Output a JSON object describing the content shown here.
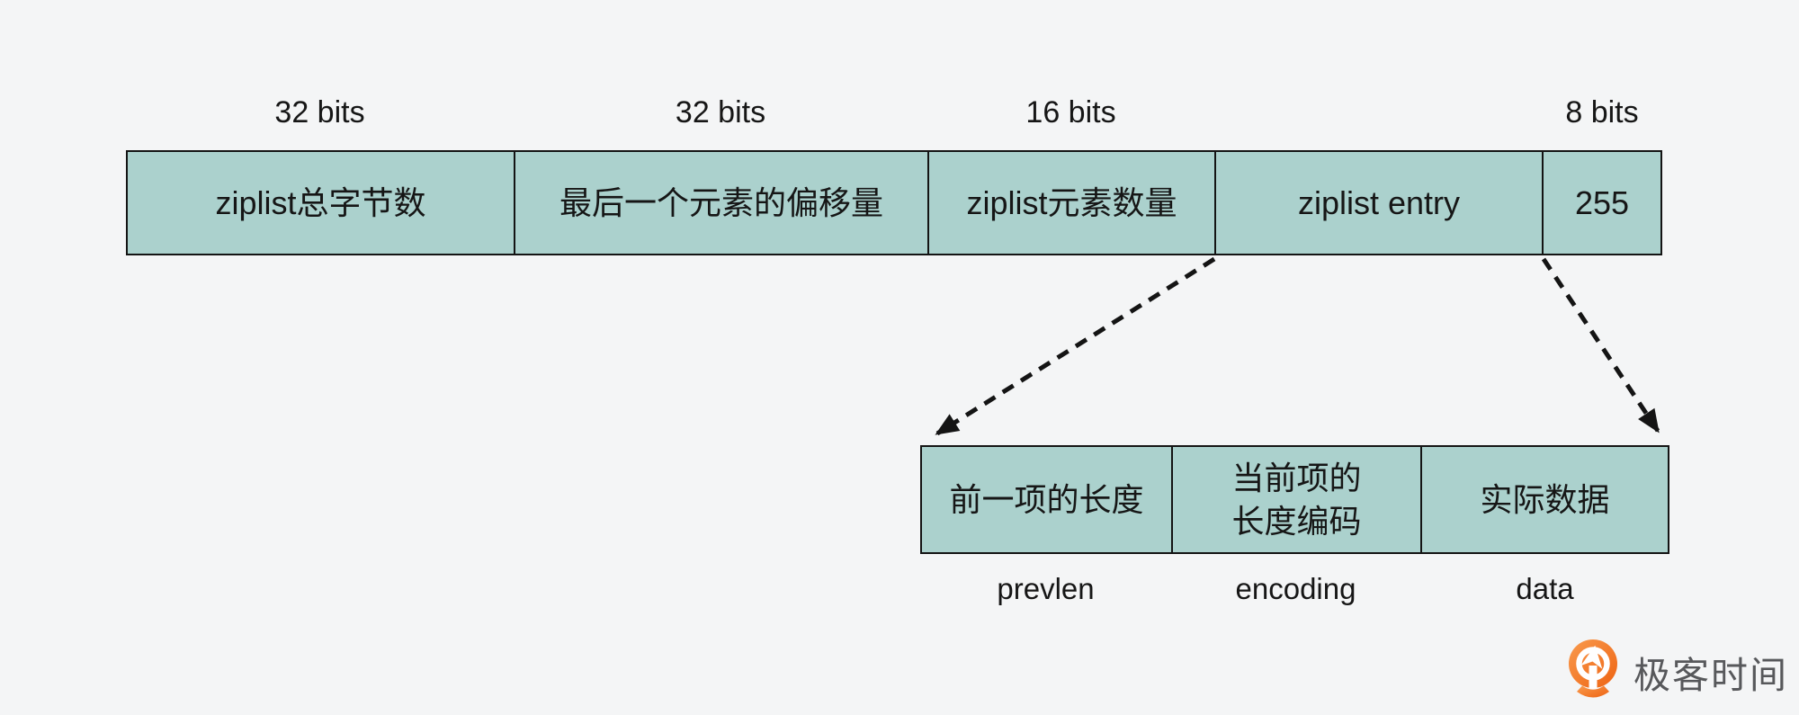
{
  "diagram": {
    "title_semantic": "redis-ziplist-structure",
    "ziplist_row": {
      "cells": [
        {
          "bits": "32 bits",
          "label": "ziplist总字节数"
        },
        {
          "bits": "32 bits",
          "label": "最后一个元素的偏移量"
        },
        {
          "bits": "16 bits",
          "label": "ziplist元素数量"
        },
        {
          "bits": "",
          "label": "ziplist entry"
        },
        {
          "bits": "8 bits",
          "label": "255"
        }
      ]
    },
    "entry_row": {
      "cells": [
        {
          "label": "前一项的长度",
          "label_line2": "",
          "sublabel": "prevlen"
        },
        {
          "label": "当前项的",
          "label_line2": "长度编码",
          "sublabel": "encoding"
        },
        {
          "label": "实际数据",
          "label_line2": "",
          "sublabel": "data"
        }
      ]
    },
    "colors": {
      "background": "#f4f5f6",
      "box_fill": "#abd1cd",
      "border": "#141414",
      "text": "#161616",
      "logo_orange": "#ee6312",
      "logo_text_gray": "#57585b"
    },
    "logo": {
      "text": "极客时间"
    }
  }
}
